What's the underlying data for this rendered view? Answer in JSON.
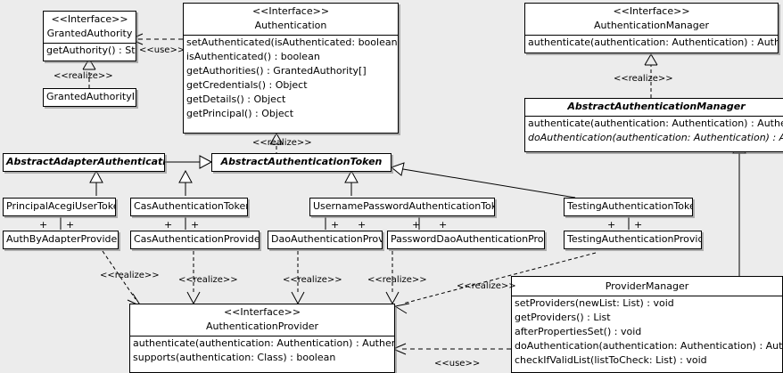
{
  "diagram": {
    "kind": "uml-class-diagram",
    "background_color": "#ececec",
    "box_fill": "#ffffff",
    "line_color": "#000000"
  },
  "classes": {
    "granted_authority": {
      "stereotype": "<<Interface>>",
      "name": "GrantedAuthority",
      "members": [
        "getAuthority() : String"
      ]
    },
    "granted_authority_impl": {
      "name": "GrantedAuthorityImpl",
      "members": []
    },
    "authentication": {
      "stereotype": "<<Interface>>",
      "name": "Authentication",
      "members": [
        "setAuthenticated(isAuthenticated: boolean) : void",
        "isAuthenticated() : boolean",
        "getAuthorities() : GrantedAuthority[]",
        "getCredentials() : Object",
        "getDetails() : Object",
        "getPrincipal() : Object"
      ]
    },
    "authentication_manager": {
      "stereotype": "<<Interface>>",
      "name": "AuthenticationManager",
      "members": [
        "authenticate(authentication: Authentication) : Authentication"
      ]
    },
    "abstract_authentication_manager": {
      "name": "AbstractAuthenticationManager",
      "members": [
        "authenticate(authentication: Authentication) : Authentication",
        "doAuthentication(authentication: Authentication) : Authentication"
      ],
      "abstract_members": [
        1
      ]
    },
    "abstract_adapter_authentication_token": {
      "name": "AbstractAdapterAuthenticationToken",
      "members": []
    },
    "abstract_authentication_token": {
      "name": "AbstractAuthenticationToken",
      "members": []
    },
    "principal_acegi_user_token": {
      "name": "PrincipalAcegiUserToken",
      "members": []
    },
    "cas_authentication_token": {
      "name": "CasAuthenticationToken",
      "members": []
    },
    "username_password_authentication_token": {
      "name": "UsernamePasswordAuthenticationToken",
      "members": []
    },
    "testing_authentication_token": {
      "name": "TestingAuthenticationToken",
      "members": []
    },
    "auth_by_adapter_provider": {
      "name": "AuthByAdapterProvider",
      "members": []
    },
    "cas_authentication_provider": {
      "name": "CasAuthenticationProvider",
      "members": []
    },
    "dao_authentication_provider": {
      "name": "DaoAuthenticationProvider",
      "members": []
    },
    "password_dao_authentication_provider": {
      "name": "PasswordDaoAuthenticationProvider",
      "members": []
    },
    "testing_authentication_provider": {
      "name": "TestingAuthenticationProvider",
      "members": []
    },
    "authentication_provider": {
      "stereotype": "<<Interface>>",
      "name": "AuthenticationProvider",
      "members": [
        "authenticate(authentication: Authentication) : Authentication",
        "supports(authentication: Class) : boolean"
      ]
    },
    "provider_manager": {
      "name": "ProviderManager",
      "members": [
        "setProviders(newList: List) : void",
        "getProviders() : List",
        "afterPropertiesSet() : void",
        "doAuthentication(authentication: Authentication) : Authentication",
        "checkIfValidList(listToCheck: List) : void"
      ]
    }
  },
  "relationship_labels": {
    "use_top": "<<use>>",
    "realize_granted_authority": "<<realize>>",
    "realize_authentication": "<<realize>>",
    "realize_auth_manager": "<<realize>>",
    "realize_auth_by_adapter": "<<realize>>",
    "realize_cas": "<<realize>>",
    "realize_dao": "<<realize>>",
    "realize_password_dao": "<<realize>>",
    "realize_provider_manager": "<<realize>>",
    "use_provider_manager": "<<use>>"
  },
  "association_markers": {
    "symbol": "+",
    "note": "association multiplicity plus signs under token classes"
  }
}
